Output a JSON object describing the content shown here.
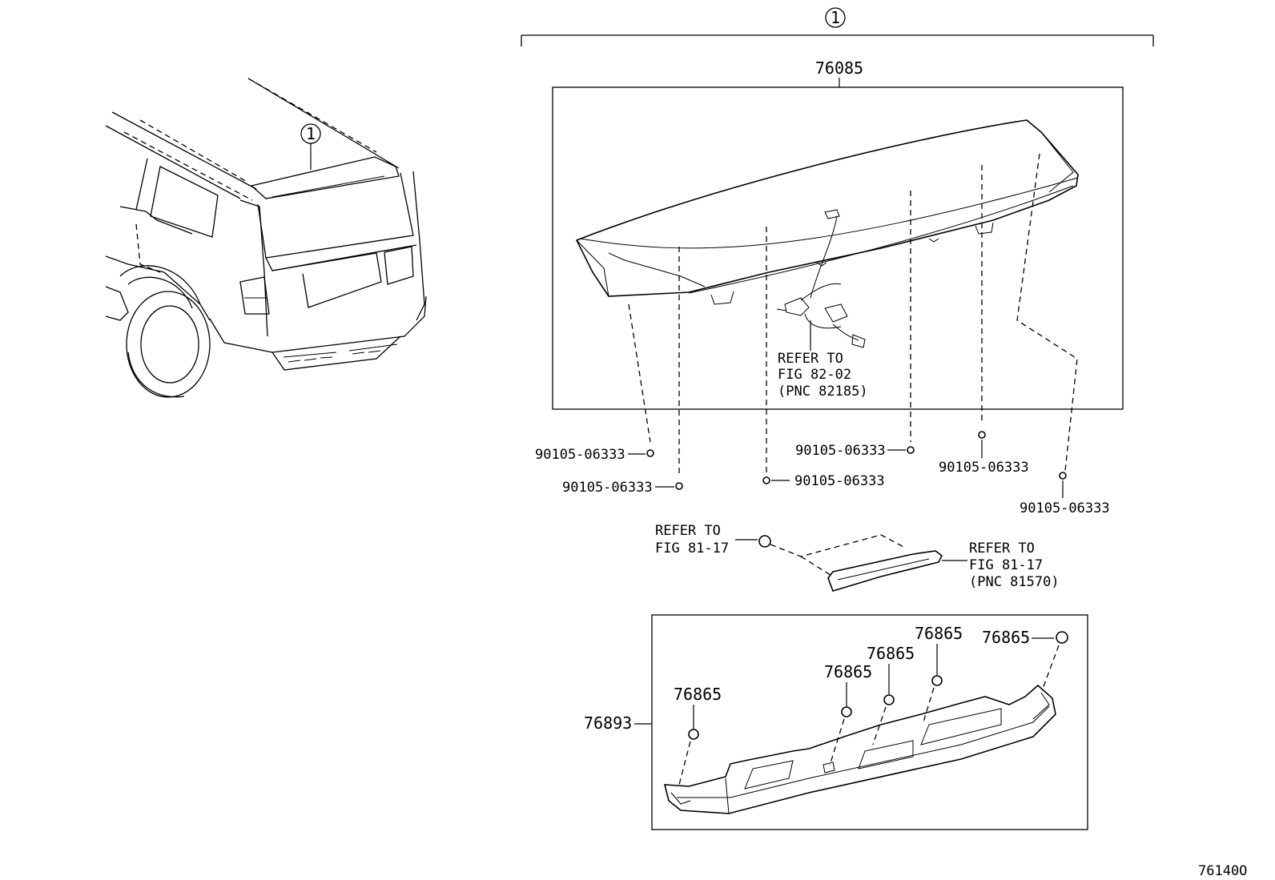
{
  "callout": "1",
  "assembly": {
    "part_no": "76085",
    "refer_wire": {
      "line1": "REFER TO",
      "line2": "FIG 82-02",
      "line3": "(PNC 82185)"
    }
  },
  "screws": [
    {
      "part_no": "90105-06333"
    },
    {
      "part_no": "90105-06333"
    },
    {
      "part_no": "90105-06333"
    },
    {
      "part_no": "90105-06333"
    },
    {
      "part_no": "90105-06333"
    },
    {
      "part_no": "90105-06333"
    }
  ],
  "stop_lamp": {
    "refer_left": {
      "line1": "REFER TO",
      "line2": "FIG 81-17"
    },
    "refer_right": {
      "line1": "REFER TO",
      "line2": "FIG 81-17",
      "line3": "(PNC 81570)"
    }
  },
  "lower_assembly": {
    "part_no": "76893"
  },
  "clips": [
    {
      "part_no": "76865"
    },
    {
      "part_no": "76865"
    },
    {
      "part_no": "76865"
    },
    {
      "part_no": "76865"
    },
    {
      "part_no": "76865"
    }
  ],
  "figure_id": "76140O"
}
